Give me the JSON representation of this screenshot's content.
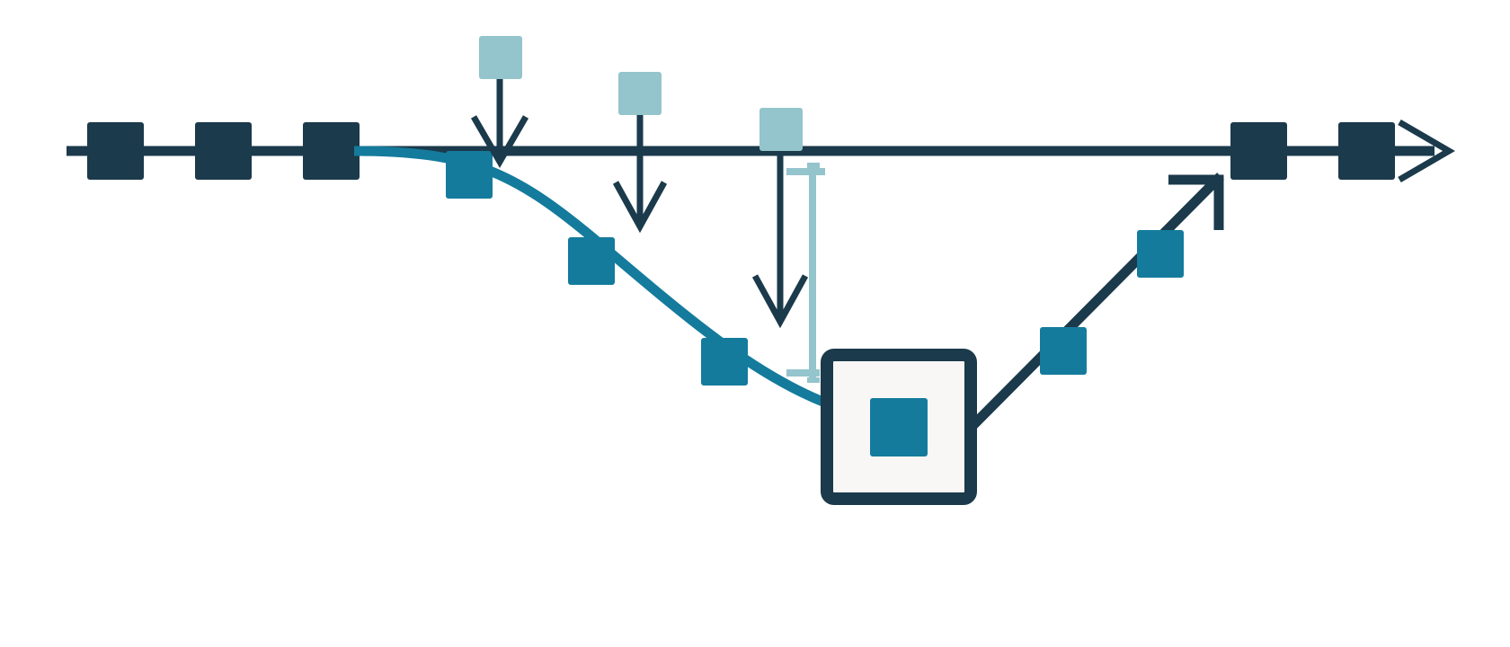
{
  "diagram": {
    "kind": "flow-diagram",
    "colors": {
      "background": "#ffffff",
      "main_line": "#1b3a4b",
      "main_blocks": "#1b3a4b",
      "branch_curve": "#147b9c",
      "branch_blocks": "#147b9c",
      "incoming_blocks": "#94c4cc",
      "bracket": "#94c4cc",
      "hub_fill": "#f8f7f6",
      "hub_border": "#1b3a4b",
      "arrows": "#1b3a4b"
    },
    "nodes": {
      "main_line_left_blocks": 3,
      "main_line_right_blocks": 2,
      "curve_blocks": 3,
      "diagonal_blocks": 2,
      "incoming_blocks": 3
    },
    "icons": {
      "main_arrowhead": "open-arrowhead-icon",
      "drop_arrow": "down-arrow-icon",
      "return_arrow": "corner-arrow-icon"
    }
  }
}
